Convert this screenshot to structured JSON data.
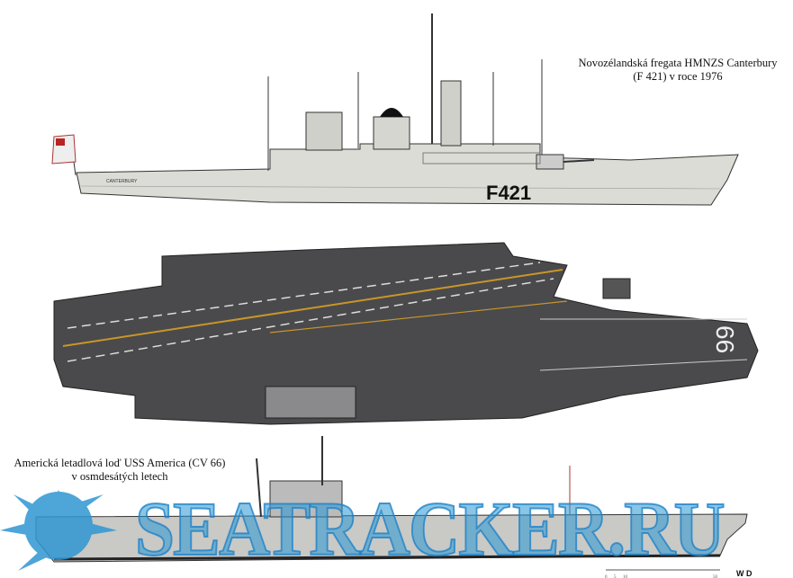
{
  "frigate": {
    "caption_line1": "Novozélandská fregata HMNZS Canterbury",
    "caption_line2": "(F 421) v roce 1976",
    "hull_number": "F421",
    "name_on_hull": "CANTERBURY"
  },
  "carrier": {
    "caption_line1": "Americká letadlová loď USS America (CV 66)",
    "caption_line2": "v osmdesátých letech",
    "deck_number": "66"
  },
  "watermark": "SEATRACKER.RU",
  "scale_bar": {
    "labels": [
      "0",
      "5",
      "10",
      "50"
    ]
  },
  "signature": "W D",
  "colors": {
    "hull_grey": "#dcdcd6",
    "deck": "#4a4a4c",
    "watermark": "#2e96d2",
    "deck_line_yellow": "#c8962a"
  }
}
